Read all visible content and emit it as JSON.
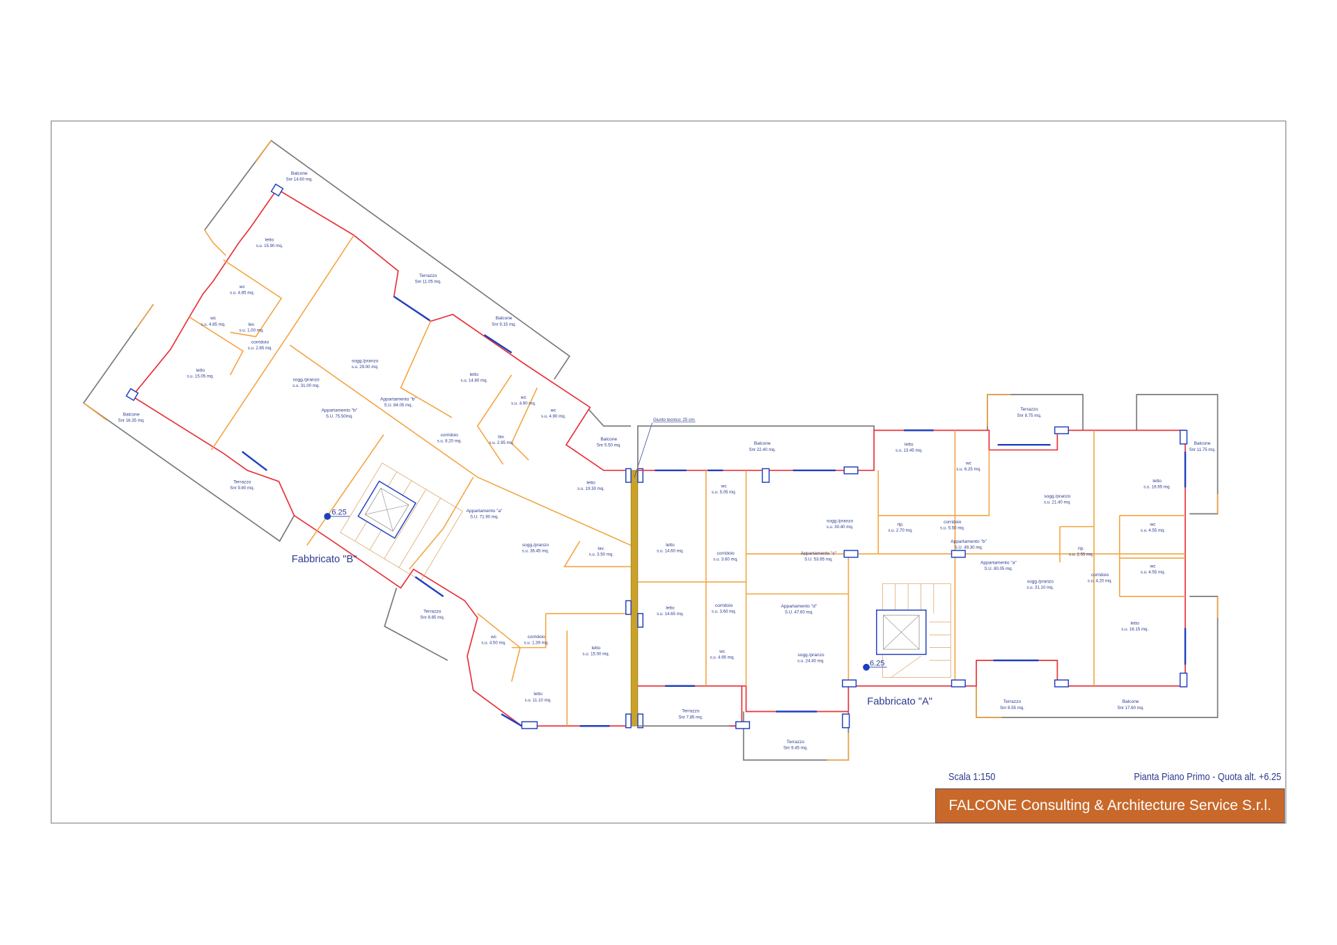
{
  "colors": {
    "structure": "#e8333a",
    "partitions": "#f3a43f",
    "openings": "#1f3fbf",
    "balcony_edge": "#7a7a7a",
    "title_bar": "#c8682a",
    "text": "#2b3a8f"
  },
  "title_block": {
    "scale": "Scala 1:150",
    "plan_title": "Pianta Piano Primo - Quota alt. +6.25",
    "company": "FALCONE Consulting & Architecture Service S.r.l."
  },
  "annotations": {
    "giunto": "Giunto tecnico: 25 cm.",
    "fabbricato_b": "Fabbricato \"B\"",
    "fabbricato_a": "Fabbricato \"A\"",
    "level_b": "6.25",
    "level_a": "6.25"
  },
  "rooms": [
    {
      "name": "Balcone",
      "area": "Snr 14.60 mq."
    },
    {
      "name": "letto",
      "area": "s.u. 15.90 mq."
    },
    {
      "name": "Terrazzo",
      "area": "Snr 11.05 mq."
    },
    {
      "name": "wc",
      "area": "s.u. 4.85 mq."
    },
    {
      "name": "wc",
      "area": "s.u. 4.85 mq."
    },
    {
      "name": "lav.",
      "area": "s.u. 1.00 mq."
    },
    {
      "name": "corridoio",
      "area": "s.u. 2.85 mq."
    },
    {
      "name": "Balcone",
      "area": "Snr 9.15 mq."
    },
    {
      "name": "sogg./pranzo",
      "area": "s.u. 29.00 mq."
    },
    {
      "name": "letto",
      "area": "s.u. 15.05 mq."
    },
    {
      "name": "sogg./pranzo",
      "area": "s.u. 31.00 mq."
    },
    {
      "name": "letto",
      "area": "s.u. 14.80 mq."
    },
    {
      "name": "wc",
      "area": "s.u. 4.90 mq."
    },
    {
      "name": "wc",
      "area": "s.u. 4.90 mq."
    },
    {
      "name": "Appartamento \"b\"",
      "area": "S.U. 84.05 mq."
    },
    {
      "name": "Appartamento \"b\"",
      "area": "S.U. 75.50mq."
    },
    {
      "name": "Balcone",
      "area": "Snr 16.35 mq."
    },
    {
      "name": "corridoio",
      "area": "s.u. 8.20 mq."
    },
    {
      "name": "lav.",
      "area": "s.u. 2.95 mq."
    },
    {
      "name": "Balcone",
      "area": "Snr 5.50 mq."
    },
    {
      "name": "letto",
      "area": "s.u. 19.30 mq."
    },
    {
      "name": "Terrazzo",
      "area": "Snr 9.80 mq."
    },
    {
      "name": "Appartamento \"a\"",
      "area": "S.U. 71.90 mq."
    },
    {
      "name": "sogg./pranzo",
      "area": "s.u. 36.45 mq."
    },
    {
      "name": "lav.",
      "area": "s.u. 3.50 mq."
    },
    {
      "name": "Terrazzo",
      "area": "Snr 8.85 mq."
    },
    {
      "name": "wc",
      "area": "s.u. 4.50 mq."
    },
    {
      "name": "corridoio",
      "area": "s.u. 1.39 mq."
    },
    {
      "name": "letto",
      "area": "s.u. 15.00 mq."
    },
    {
      "name": "letto",
      "area": "s.u. 11.10 mq."
    },
    {
      "name": "Balcone",
      "area": "Snr 22.40 mq."
    },
    {
      "name": "letto",
      "area": "s.u. 13.45 mq."
    },
    {
      "name": "Terrazzo",
      "area": "Snr 8.75 mq."
    },
    {
      "name": "wc",
      "area": "s.u. 6.25 mq."
    },
    {
      "name": "Balcone",
      "area": "Snr 11.75 mq."
    },
    {
      "name": "wc",
      "area": "s.u. 5.05 mq."
    },
    {
      "name": "letto",
      "area": "s.u. 16.95 mq."
    },
    {
      "name": "sogg./pranzo",
      "area": "s.u. 21.40 mq."
    },
    {
      "name": "sogg./pranzo",
      "area": "s.u. 30.40 mq."
    },
    {
      "name": "rip.",
      "area": "s.u. 2.70 mq."
    },
    {
      "name": "corridoio",
      "area": "s.u. 5.50 mq."
    },
    {
      "name": "wc",
      "area": "s.u. 4.55 mq."
    },
    {
      "name": "letto",
      "area": "s.u. 14.60 mq."
    },
    {
      "name": "Appartamento \"b\"",
      "area": "S.U. 49.30 mq."
    },
    {
      "name": "rip.",
      "area": "s.u. 2.55 mq."
    },
    {
      "name": "corridoio",
      "area": "s.u. 3.60 mq."
    },
    {
      "name": "Appartamento \"c\"",
      "area": "S.U. 53.65 mq."
    },
    {
      "name": "Appartamento \"a\"",
      "area": "S.U. 80.05 mq."
    },
    {
      "name": "wc",
      "area": "s.u. 4.55 mq."
    },
    {
      "name": "corridoio",
      "area": "s.u. 4.20 mq."
    },
    {
      "name": "sogg./pranzo",
      "area": "s.u. 31.10 mq."
    },
    {
      "name": "letto",
      "area": "s.u. 14.65 mq."
    },
    {
      "name": "corridoio",
      "area": "s.u. 3.60 mq."
    },
    {
      "name": "Appartamento \"d\"",
      "area": "S.U. 47.60 mq."
    },
    {
      "name": "letto",
      "area": "s.u. 16.15 mq."
    },
    {
      "name": "wc",
      "area": "s.u. 4.95 mq."
    },
    {
      "name": "sogg./pranzo",
      "area": "s.u. 24.40 mq."
    },
    {
      "name": "Terrazzo",
      "area": "Snr 8.55 mq."
    },
    {
      "name": "Balcone",
      "area": "Snr 17.60 mq."
    },
    {
      "name": "Terrazzo",
      "area": "Snr 7.85 mq."
    },
    {
      "name": "Terrazzo",
      "area": "Snr 9.45 mq."
    }
  ]
}
